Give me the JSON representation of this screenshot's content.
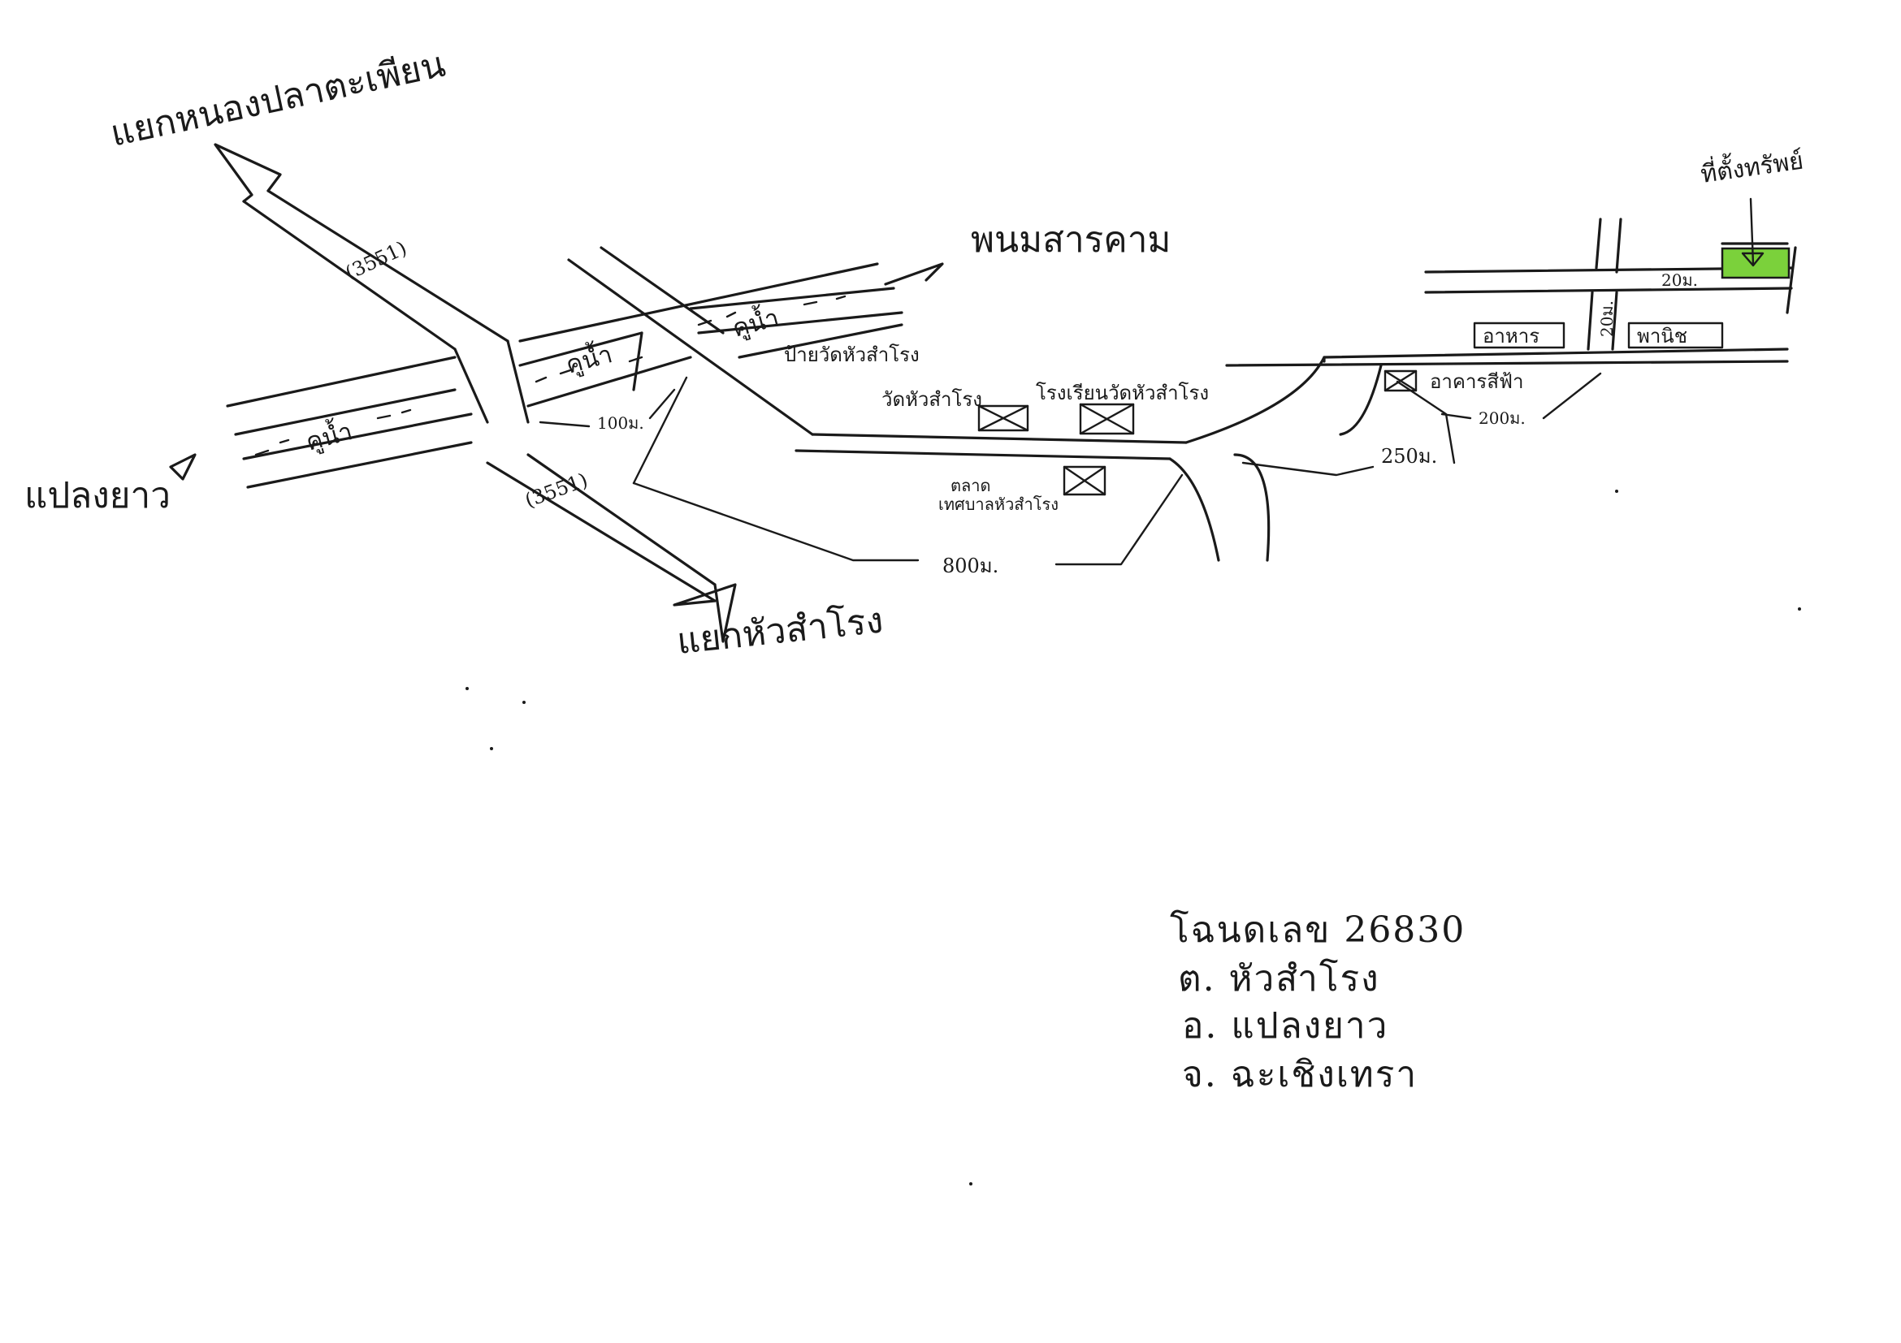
{
  "colors": {
    "ink": "#1a1a1a",
    "target_plot": "#7bd13b",
    "paper": "#ffffff"
  },
  "directions": {
    "nw": "แยกหนองปลาตะเพียน",
    "ne": "พนมสารคาม",
    "west": "แปลงยาว",
    "south": "แยกหัวสำโรง"
  },
  "roads": {
    "route_north": "(3551)",
    "route_south": "(3551)",
    "canal_west": "คูน้ำ",
    "canal_middle": "คูน้ำ",
    "canal_east": "คูน้ำ"
  },
  "landmarks": {
    "temple_sign": "ป้ายวัดหัวสำโรง",
    "temple": "วัดหัวสำโรง",
    "school": "โรงเรียนวัดหัวสำโรง",
    "market_line1": "ตลาด",
    "market_line2": "เทศบาลหัวสำโรง",
    "bank": "อาคารสีฟ้า",
    "food": "อาหาร",
    "parking": "พานิช",
    "target": "ที่ตั้งทรัพย์"
  },
  "distances": {
    "d100": "100ม.",
    "d800": "800ม.",
    "d250": "250ม.",
    "d200": "200ม.",
    "d20_h": "20ม.",
    "d20_v": "20ม."
  },
  "deed": {
    "line1": "โฉนดเลข  26830",
    "line2": "ต.   หัวสำโรง",
    "line3": "อ.   แปลงยาว",
    "line4": "จ.   ฉะเชิงเทรา"
  }
}
